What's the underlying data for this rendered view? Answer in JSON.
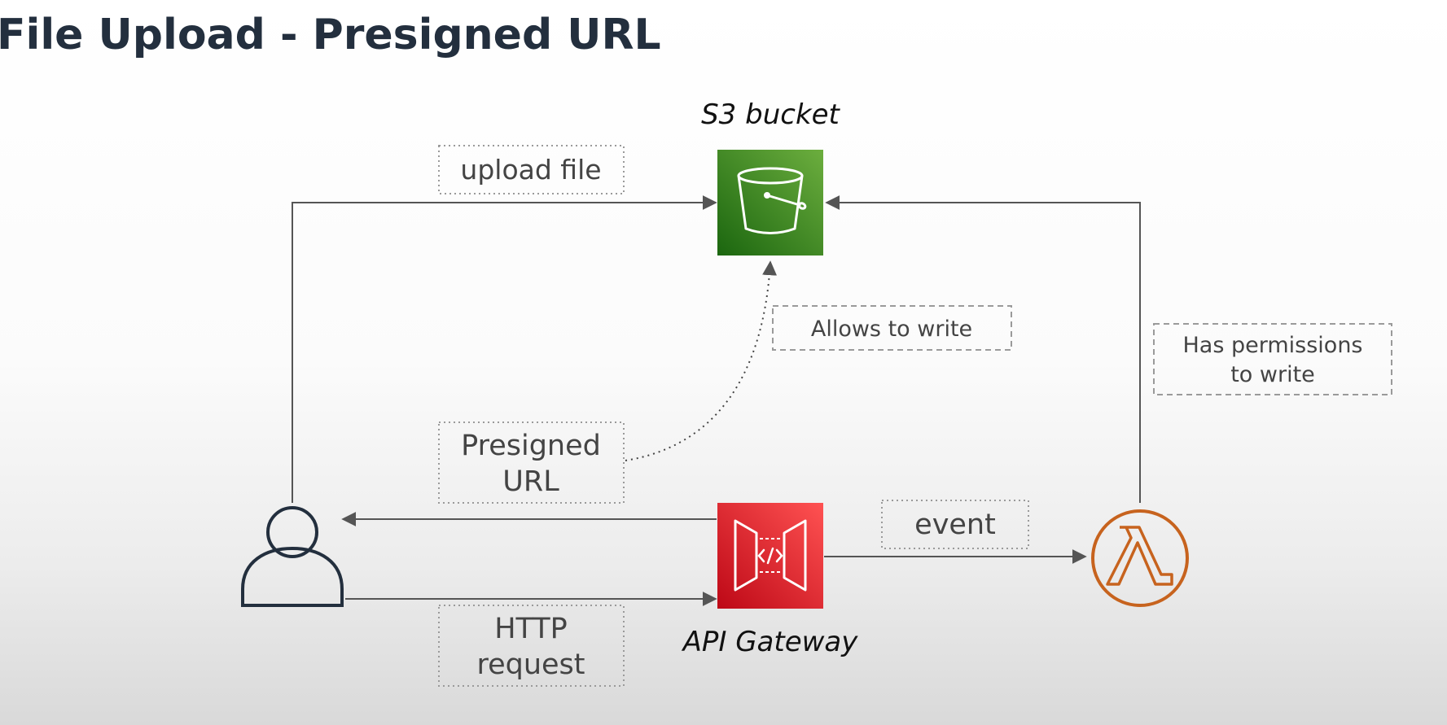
{
  "title": "File Upload - Presigned URL",
  "nodes": {
    "s3": {
      "label": "S3 bucket",
      "icon": "s3-bucket-icon",
      "color": "#3f8624"
    },
    "api_gateway": {
      "label": "API Gateway",
      "icon": "api-gateway-icon",
      "color": "#d0211d"
    },
    "lambda": {
      "label": "",
      "icon": "lambda-icon",
      "color": "#c7631e"
    },
    "user": {
      "label": "",
      "icon": "user-icon",
      "color": "#232f3e"
    }
  },
  "edges": {
    "upload_file": "upload file",
    "presigned_url_line1": "Presigned",
    "presigned_url_line2": "URL",
    "http_request_line1": "HTTP",
    "http_request_line2": "request",
    "event": "event",
    "allows_to_write": "Allows to write",
    "has_permissions_line1": "Has permissions",
    "has_permissions_line2": "to write"
  }
}
